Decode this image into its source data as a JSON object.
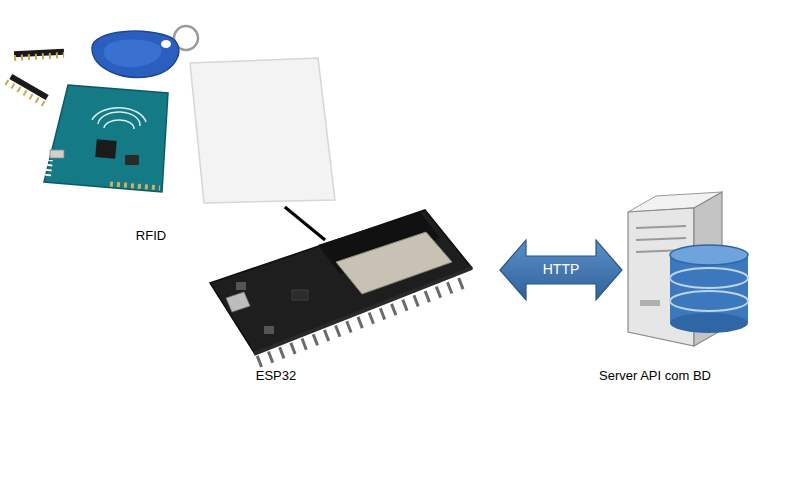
{
  "diagram": {
    "nodes": [
      {
        "text": [
          "RFID"
        ]
      },
      {
        "text": [
          "ESP32"
        ]
      },
      {
        "text": [
          "Server API com BD"
        ]
      }
    ],
    "edges": [
      {
        "from": 0,
        "to": 1,
        "arrow": "none"
      },
      {
        "from": 1,
        "to": 2,
        "label": "HTTP",
        "arrow": "both"
      }
    ]
  }
}
